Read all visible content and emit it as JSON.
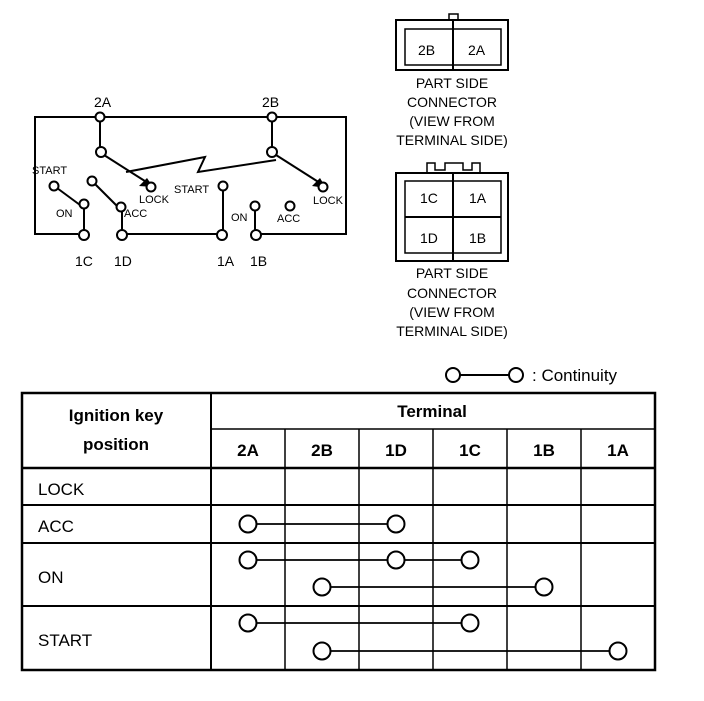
{
  "switch_diagram": {
    "top_labels": [
      "2A",
      "2B"
    ],
    "left_labels": [
      "START",
      "ON",
      "ACC",
      "LOCK"
    ],
    "right_labels": [
      "START",
      "ON",
      "ACC",
      "LOCK"
    ],
    "bottom_labels": [
      "1C",
      "1D",
      "1A",
      "1B"
    ]
  },
  "connector_top": {
    "cells": [
      "2B",
      "2A"
    ],
    "caption": [
      "PART SIDE",
      "CONNECTOR",
      "(VIEW FROM",
      "TERMINAL SIDE)"
    ]
  },
  "connector_bottom": {
    "cells": [
      "1C",
      "1A",
      "1D",
      "1B"
    ],
    "caption": [
      "PART SIDE",
      "CONNECTOR",
      "(VIEW FROM",
      "TERMINAL SIDE)"
    ]
  },
  "legend": {
    "text": ": Continuity"
  },
  "table": {
    "header_left": [
      "Ignition key",
      "position"
    ],
    "header_group": "Terminal",
    "columns": [
      "2A",
      "2B",
      "1D",
      "1C",
      "1B",
      "1A"
    ],
    "rows": [
      {
        "position": "LOCK",
        "links": []
      },
      {
        "position": "ACC",
        "links": [
          [
            "2A",
            "1D"
          ]
        ]
      },
      {
        "position": "ON",
        "links": [
          [
            "2A",
            "1D",
            "1C"
          ],
          [
            "2B",
            "1B"
          ]
        ]
      },
      {
        "position": "START",
        "links": [
          [
            "2A",
            "1C"
          ],
          [
            "2B",
            "1A"
          ]
        ]
      }
    ]
  }
}
